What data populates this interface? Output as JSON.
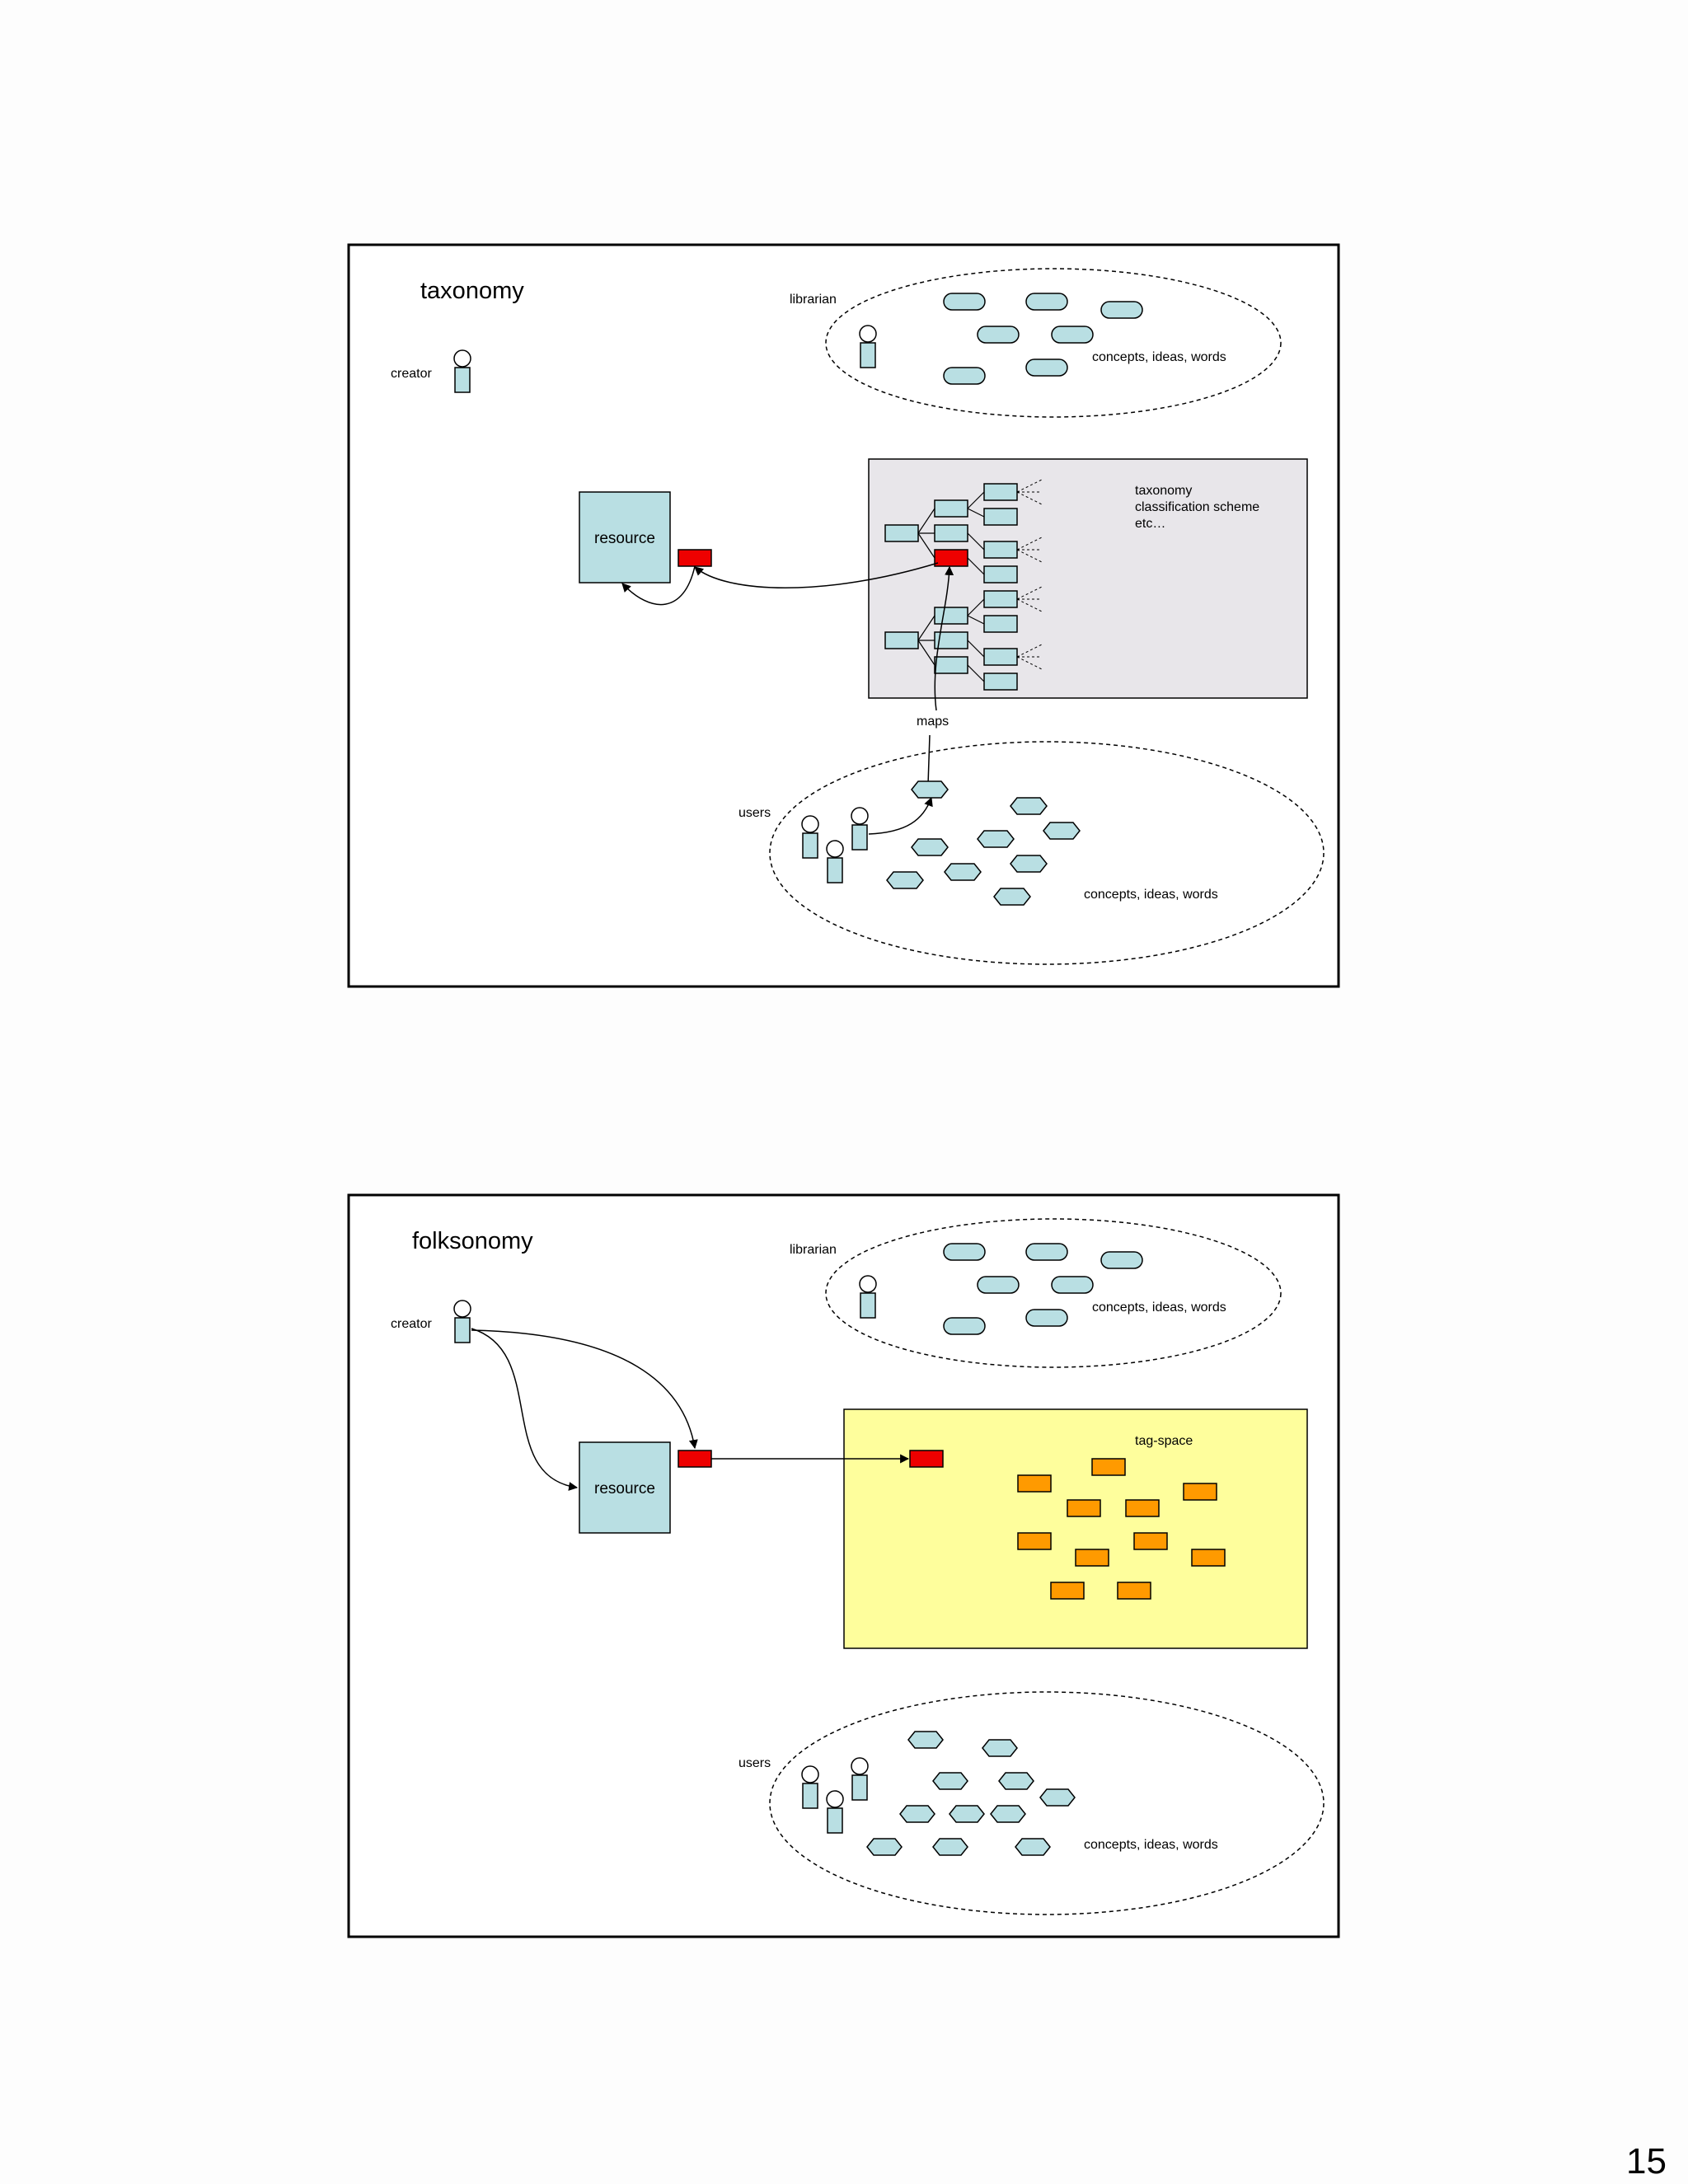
{
  "page_number": "15",
  "colors": {
    "concept_fill": "#b9dfe3",
    "tag_fill": "#ff9a00",
    "highlight_tag": "#ee0000",
    "taxonomy_panel": "#e8e6ea",
    "tag_space_panel": "#fefe9c"
  },
  "slides": [
    {
      "title": "taxonomy",
      "creator_label": "creator",
      "librarian_label": "librarian",
      "librarian_concepts_label": "concepts, ideas, words",
      "resource_label": "resource",
      "panel_label": [
        "taxonomy",
        "classification scheme",
        "etc…"
      ],
      "maps_label": "maps",
      "users_label": "users",
      "users_concepts_label": "concepts, ideas, words"
    },
    {
      "title": "folksonomy",
      "creator_label": "creator",
      "librarian_label": "librarian",
      "librarian_concepts_label": "concepts, ideas, words",
      "resource_label": "resource",
      "panel_label": "tag-space",
      "users_label": "users",
      "users_concepts_label": "concepts, ideas, words"
    }
  ]
}
